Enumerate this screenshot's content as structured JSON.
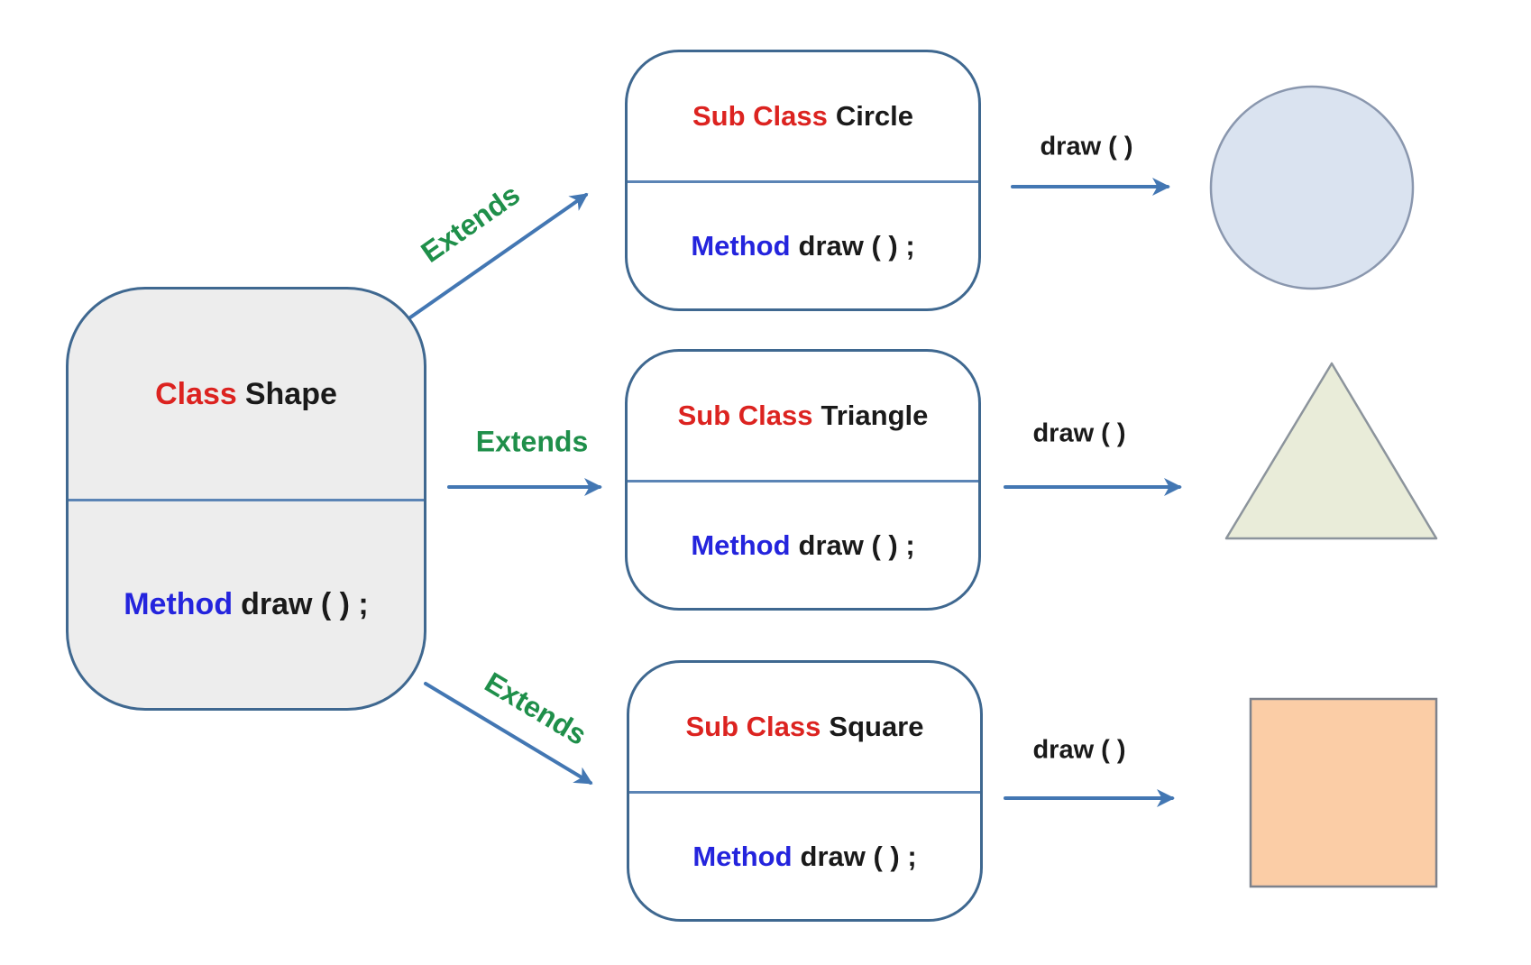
{
  "diagram": {
    "base": {
      "keyword": "Class",
      "name": "Shape",
      "method_keyword": "Method",
      "method_code": "draw ( ) ;"
    },
    "children": [
      {
        "keyword": "Sub Class",
        "name": "Circle",
        "method_keyword": "Method",
        "method_code": "draw ( ) ;",
        "edge_label": "Extends",
        "call_label": "draw ( )",
        "shape": "circle",
        "shape_fill": "#dae3f0",
        "shape_stroke": "#8a97ae"
      },
      {
        "keyword": "Sub Class",
        "name": "Triangle",
        "method_keyword": "Method",
        "method_code": "draw ( ) ;",
        "edge_label": "Extends",
        "call_label": "draw ( )",
        "shape": "triangle",
        "shape_fill": "#e9ecd9",
        "shape_stroke": "#8c949c"
      },
      {
        "keyword": "Sub Class",
        "name": "Square",
        "method_keyword": "Method",
        "method_code": "draw ( ) ;",
        "edge_label": "Extends",
        "call_label": "draw ( )",
        "shape": "square",
        "shape_fill": "#fbcda6",
        "shape_stroke": "#7d828c"
      }
    ],
    "colors": {
      "box_border": "#3f6890",
      "divider_blue": "#5b84b5",
      "arrow_blue": "#4377b3",
      "keyword_red": "#dc2320",
      "method_blue": "#2424dd",
      "extends_green": "#1f8f4a",
      "text_black": "#1a1a1a",
      "base_box_fill": "#ededed"
    }
  }
}
